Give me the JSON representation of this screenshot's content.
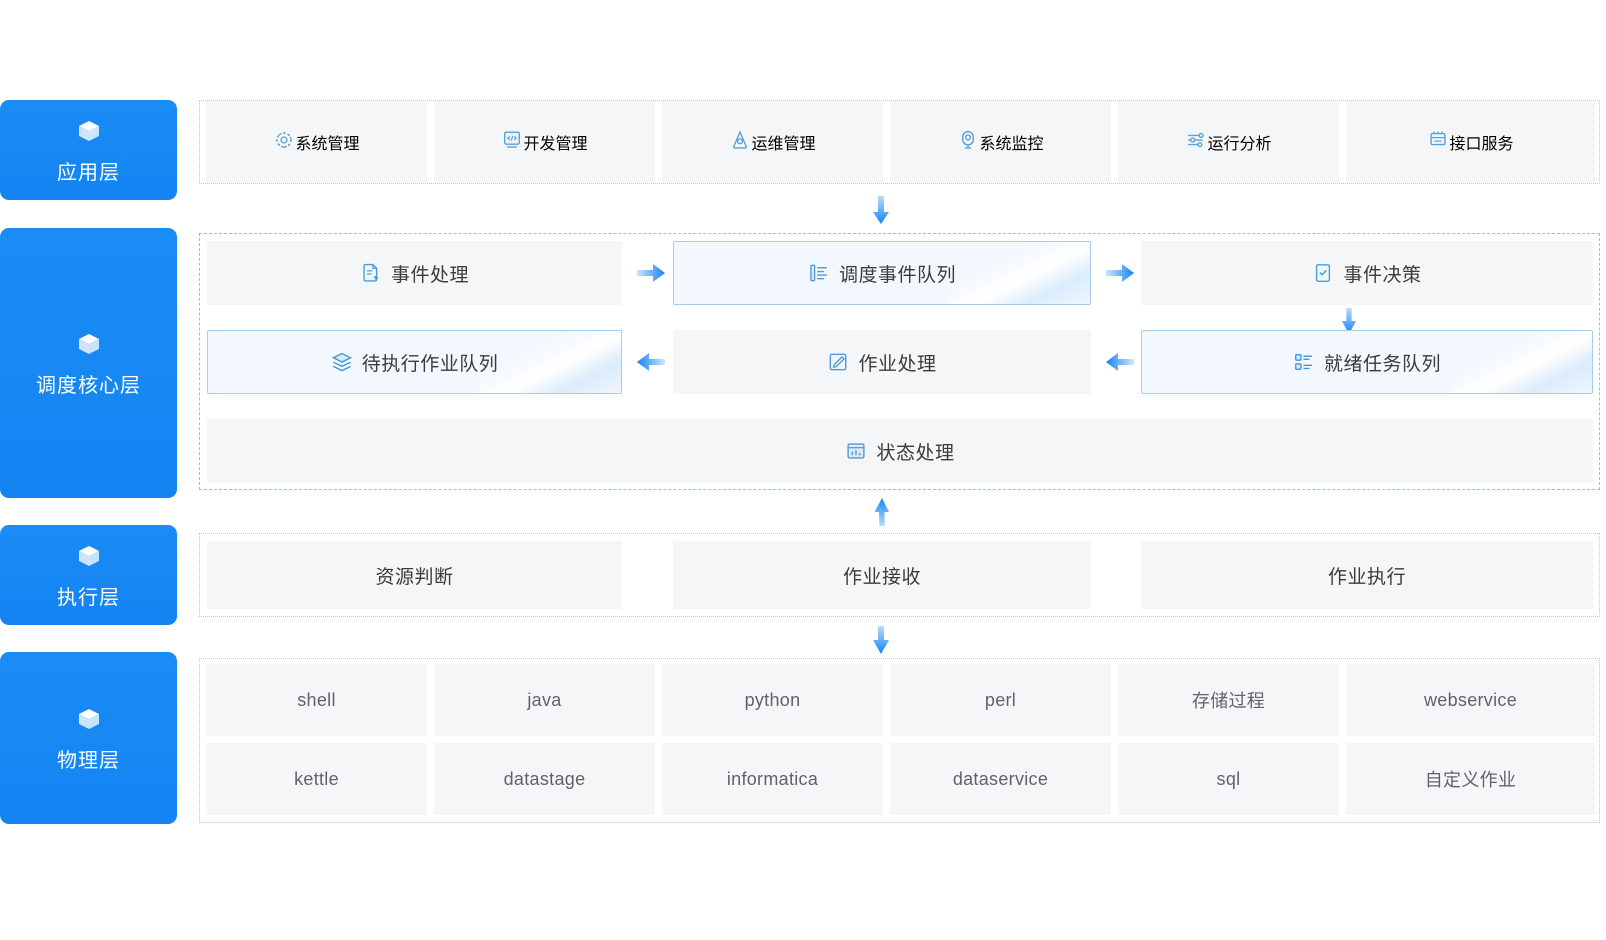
{
  "theme": {
    "brand_blue": "#1890ff",
    "card_bg": "#f5f6f7",
    "highlight_bg": "#f2f8fe",
    "highlight_border": "#a7cdea",
    "dashed_border": "#8fc4e8",
    "text": "#3b3b3b",
    "text_en": "#5f6368"
  },
  "rails": [
    {
      "label": "应用层",
      "icon": "cube-icon"
    },
    {
      "label": "调度核心层",
      "icon": "cube-icon"
    },
    {
      "label": "执行层",
      "icon": "cube-icon"
    },
    {
      "label": "物理层",
      "icon": "cube-icon"
    }
  ],
  "application_layer": {
    "items": [
      {
        "label": "系统管理",
        "icon": "gear-icon"
      },
      {
        "label": "开发管理",
        "icon": "code-window-icon"
      },
      {
        "label": "运维管理",
        "icon": "triangle-ops-icon"
      },
      {
        "label": "系统监控",
        "icon": "monitor-camera-icon"
      },
      {
        "label": "运行分析",
        "icon": "sliders-analysis-icon"
      },
      {
        "label": "接口服务",
        "icon": "api-service-icon"
      }
    ]
  },
  "scheduling_core_layer": {
    "row1": [
      {
        "label": "事件处理",
        "icon": "document-arrow-icon",
        "highlight": false
      },
      {
        "label": "调度事件队列",
        "icon": "queue-list-icon",
        "highlight": true
      },
      {
        "label": "事件决策",
        "icon": "checkbox-doc-icon",
        "highlight": false
      }
    ],
    "row2": [
      {
        "label": "待执行作业队列",
        "icon": "layers-icon",
        "highlight": true
      },
      {
        "label": "作业处理",
        "icon": "pencil-box-icon",
        "highlight": false
      },
      {
        "label": "就绪任务队列",
        "icon": "task-list-icon",
        "highlight": true
      }
    ],
    "row3": [
      {
        "label": "状态处理",
        "icon": "chart-status-icon",
        "highlight": false
      }
    ]
  },
  "execution_layer": {
    "items": [
      {
        "label": "资源判断"
      },
      {
        "label": "作业接收"
      },
      {
        "label": "作业执行"
      }
    ]
  },
  "physical_layer": {
    "row1": [
      {
        "label": "shell"
      },
      {
        "label": "java"
      },
      {
        "label": "python"
      },
      {
        "label": "perl"
      },
      {
        "label": "存储过程"
      },
      {
        "label": "webservice"
      }
    ],
    "row2": [
      {
        "label": "kettle"
      },
      {
        "label": "datastage"
      },
      {
        "label": "informatica"
      },
      {
        "label": "dataservice"
      },
      {
        "label": "sql"
      },
      {
        "label": "自定义作业"
      }
    ]
  },
  "connectors": [
    {
      "name": "app-to-core-arrow",
      "direction": "down"
    },
    {
      "name": "event-to-queue-arrow",
      "direction": "right"
    },
    {
      "name": "queue-to-decision-arrow",
      "direction": "right"
    },
    {
      "name": "decision-to-ready-arrow",
      "direction": "down"
    },
    {
      "name": "ready-to-jobproc-arrow",
      "direction": "left"
    },
    {
      "name": "jobproc-to-pending-arrow",
      "direction": "left"
    },
    {
      "name": "core-to-exec-arrow",
      "direction": "up"
    },
    {
      "name": "exec-to-physical-arrow",
      "direction": "down"
    }
  ]
}
